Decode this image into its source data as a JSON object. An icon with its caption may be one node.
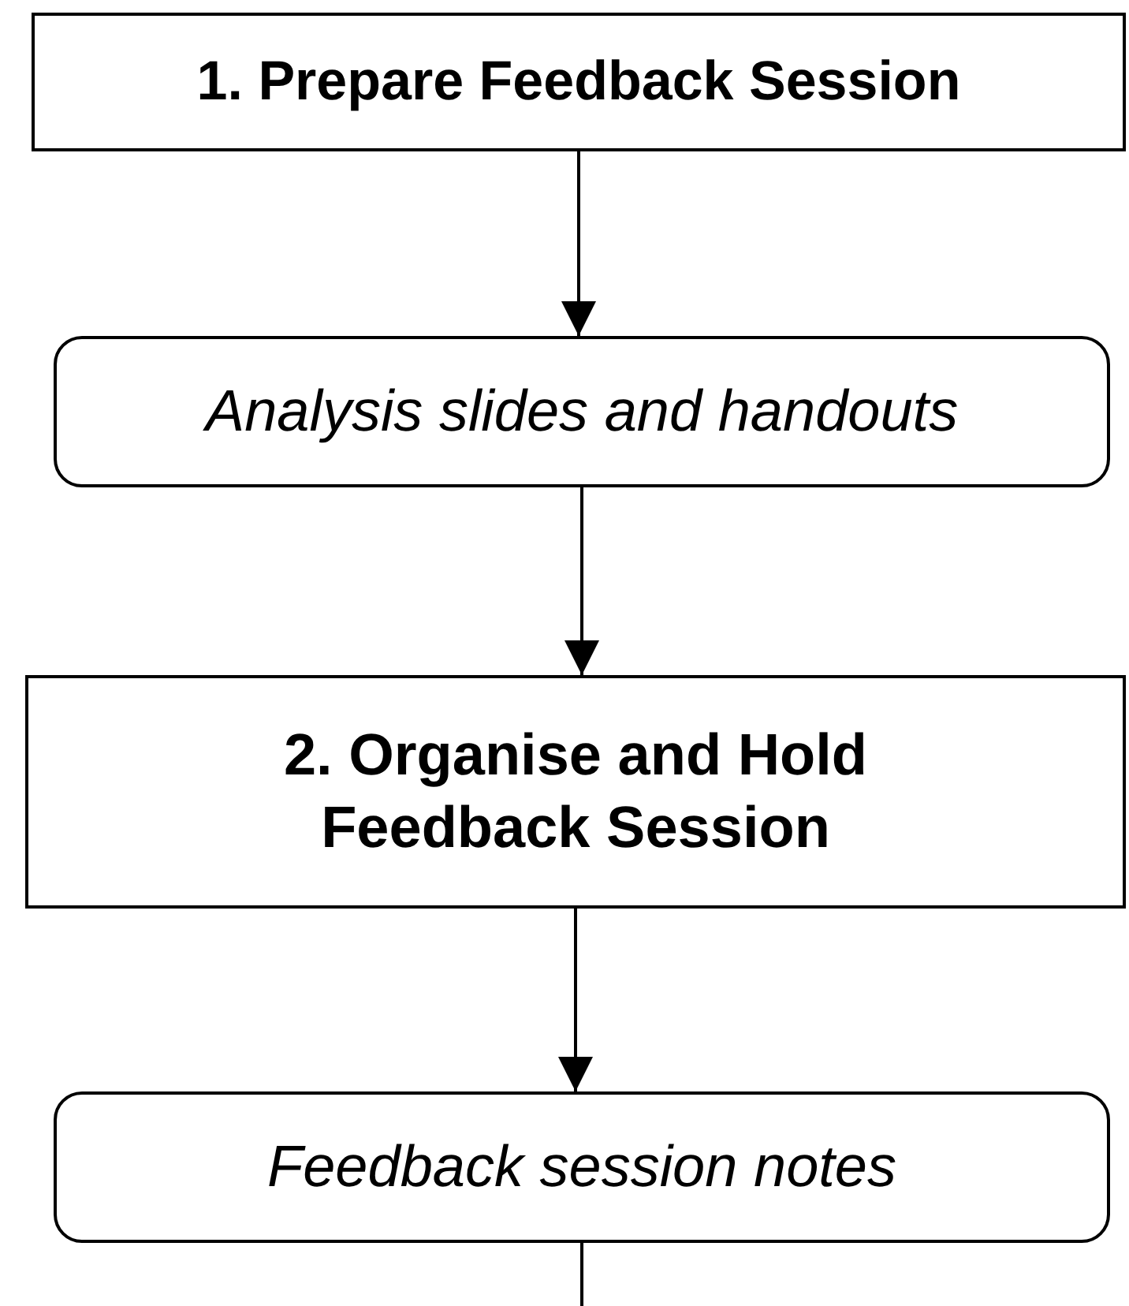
{
  "diagram": {
    "nodes": [
      {
        "text": [
          "1. Prepare Feedback Session"
        ]
      },
      {
        "text": [
          "Analysis slides and handouts"
        ]
      },
      {
        "text": [
          "2. Organise and Hold Feedback Session"
        ]
      },
      {
        "text": [
          "Feedback session notes"
        ]
      }
    ],
    "edges": [
      {
        "from": 0,
        "to": 1,
        "arrow": "to"
      },
      {
        "from": 1,
        "to": 2,
        "arrow": "to"
      },
      {
        "from": 2,
        "to": 3,
        "arrow": "to"
      },
      {
        "from": 3,
        "to": null,
        "arrow": "none"
      }
    ]
  }
}
